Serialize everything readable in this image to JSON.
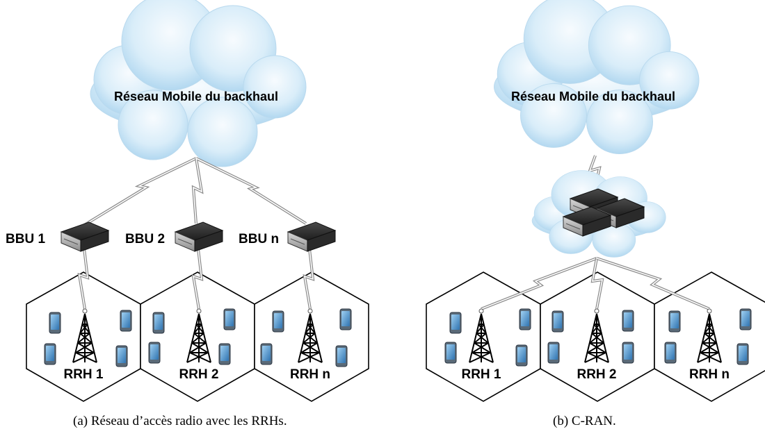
{
  "panel_a": {
    "cloud_label": "Réseau Mobile du backhaul",
    "bbu_labels": [
      "BBU 1",
      "BBU 2",
      "BBU n"
    ],
    "rrh_labels": [
      "RRH 1",
      "RRH 2",
      "RRH n"
    ],
    "caption": "(a)  Réseau d’accès radio avec les RRHs."
  },
  "panel_b": {
    "cloud_label": "Réseau Mobile du backhaul",
    "rrh_labels": [
      "RRH 1",
      "RRH 2",
      "RRH n"
    ],
    "caption": "(b)  C-RAN."
  },
  "colors": {
    "cloud_light": "#eef7fc",
    "cloud_dark": "#a9d3ee",
    "phone_screen": "#4a90c8",
    "server_top": "#3a3a3a"
  },
  "icons": [
    "cloud-icon",
    "server-icon",
    "tower-icon",
    "phone-icon"
  ]
}
